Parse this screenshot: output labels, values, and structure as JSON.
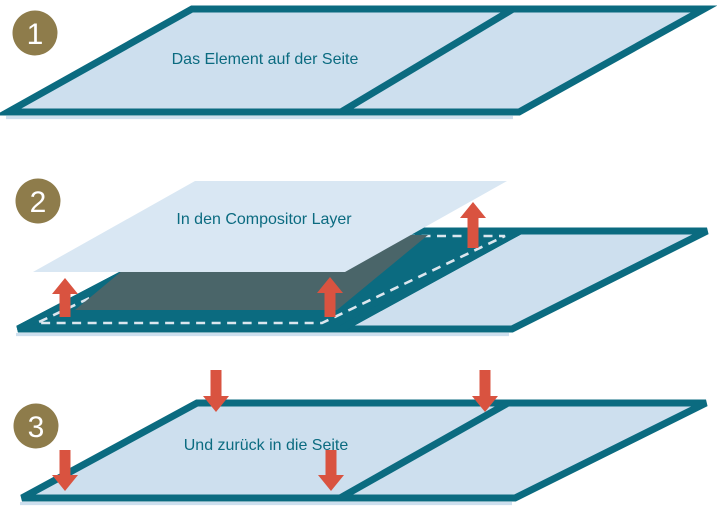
{
  "diagram": {
    "steps": [
      {
        "number": "1",
        "label": "Das Element auf der Seite"
      },
      {
        "number": "2",
        "label": "In den Compositor Layer"
      },
      {
        "number": "3",
        "label": "Und zurück in die Seite"
      }
    ],
    "colors": {
      "teal_outline": "#0b6b80",
      "page_fill": "#cddfee",
      "compositor_layer_fill": "#d9e7f3",
      "shadow_fill": "#4a6569",
      "arrow_red": "#d95340",
      "badge_gold": "#8e7c4b",
      "dashed_outline": "#dbe6ee",
      "background": "#ffffff"
    }
  }
}
